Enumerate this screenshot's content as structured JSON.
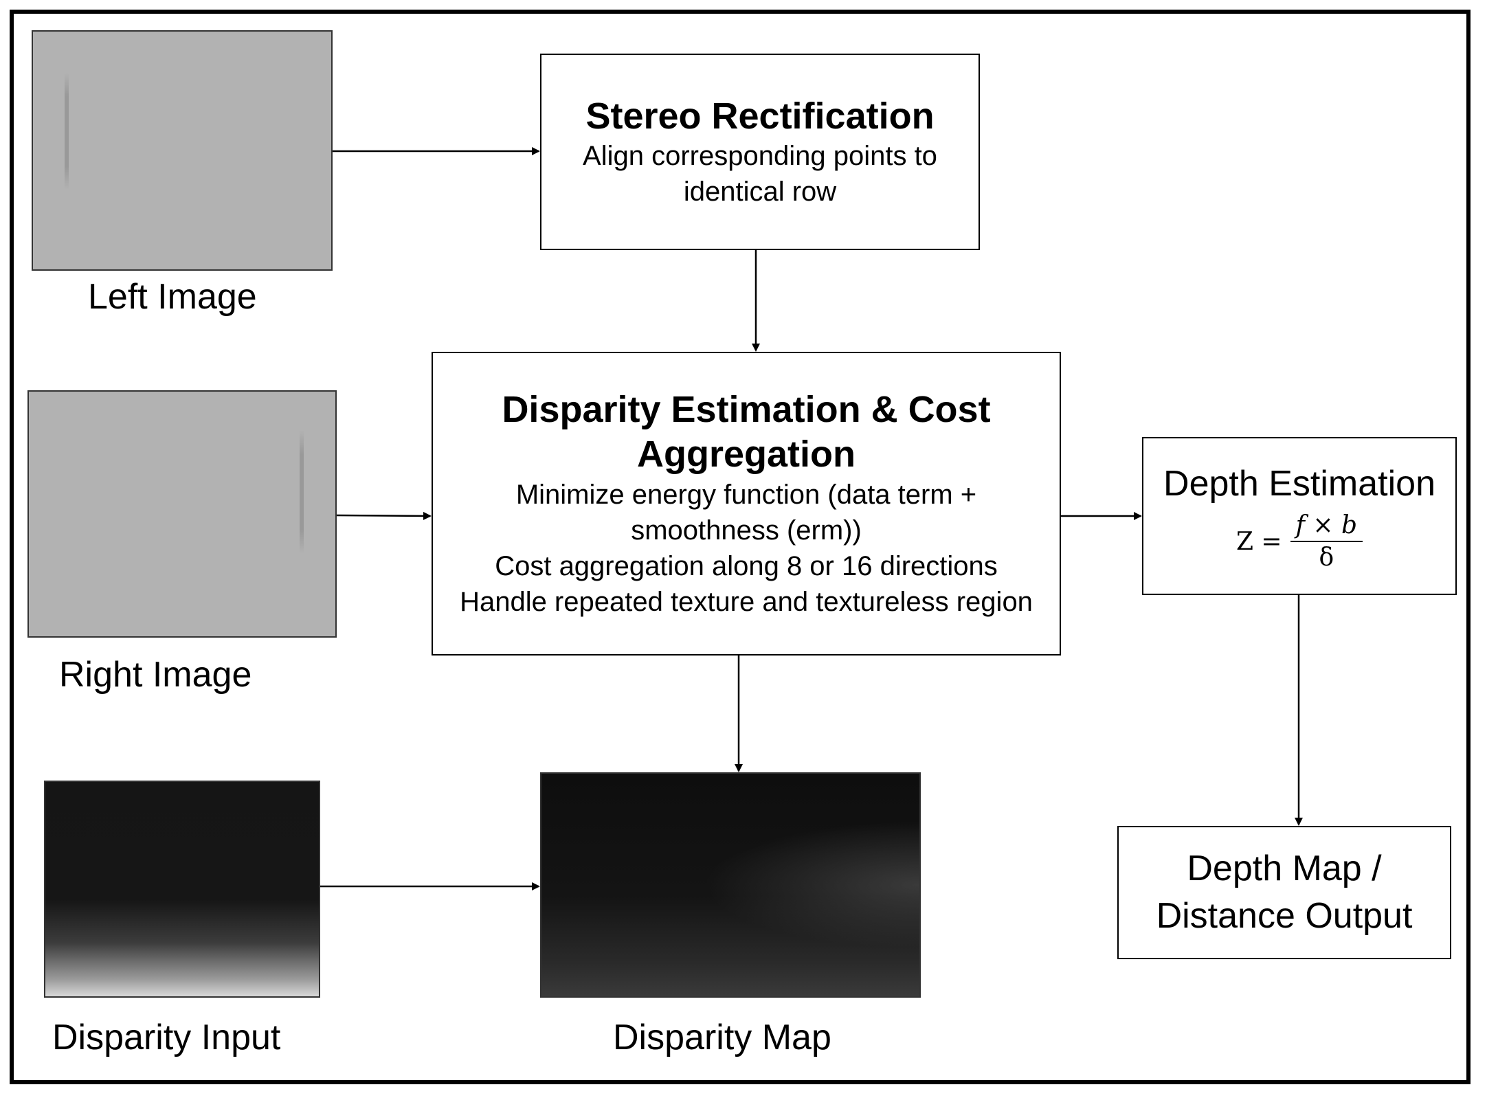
{
  "nodes": {
    "stereo_rectification": {
      "title": "Stereo Rectification",
      "subtitle_line1": "Align corresponding points to",
      "subtitle_line2": "identical row"
    },
    "disparity_estimation": {
      "title_line1": "Disparity Estimation & Cost",
      "title_line2": "Aggregation",
      "line1": "Minimize energy function (data term +",
      "line2": "smoothness (erm))",
      "line3": "Cost aggregation along 8 or 16 directions",
      "line4": "Handle repeated texture and textureless region"
    },
    "depth_estimation": {
      "title": "Depth Estimation",
      "formula_lhs": "Z =",
      "formula_numerator": "f × b",
      "formula_denominator": "δ"
    },
    "depth_map_output": {
      "line1": "Depth Map /",
      "line2": "Distance Output"
    }
  },
  "images": {
    "left_image_label": "Left Image",
    "right_image_label": "Right Image",
    "disparity_input_label": "Disparity Input",
    "disparity_map_label": "Disparity Map"
  }
}
